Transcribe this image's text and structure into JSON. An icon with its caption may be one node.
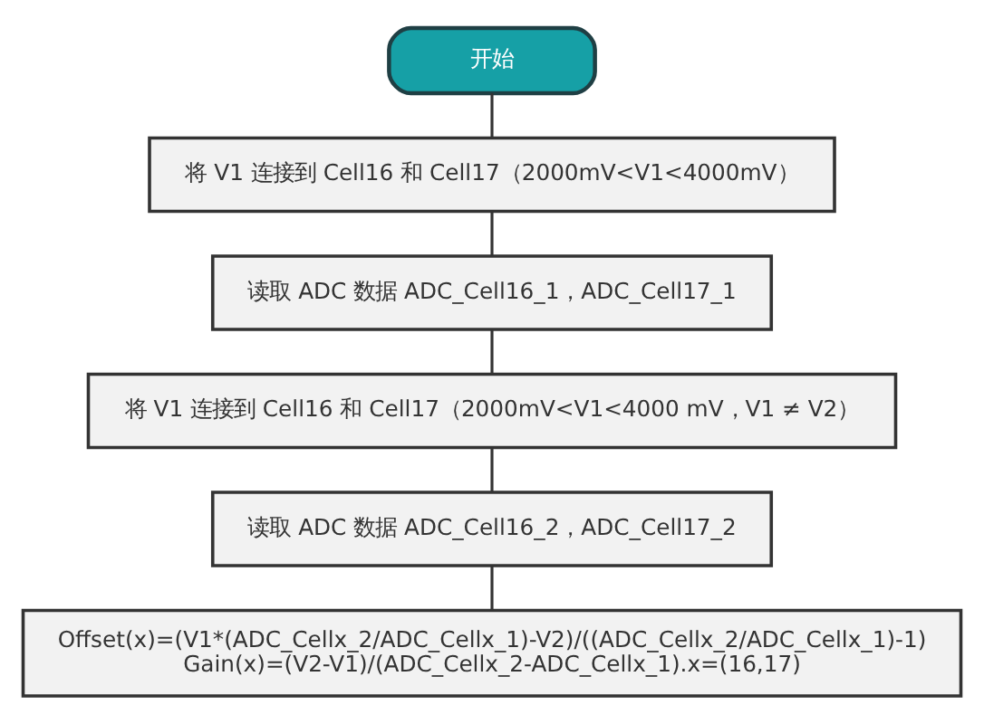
{
  "diagram": {
    "nodes": [
      {
        "text": [
          "开始"
        ]
      },
      {
        "text": [
          "将 V1 连接到 Cell16 和 Cell17（2000mV<V1<4000mV）"
        ]
      },
      {
        "text": [
          "读取 ADC 数据 ADC_Cell16_1，ADC_Cell17_1"
        ]
      },
      {
        "text": [
          "将 V1 连接到 Cell16 和 Cell17（2000mV<V1<4000 mV，V1 ≠ V2）"
        ]
      },
      {
        "text": [
          "读取 ADC 数据 ADC_Cell16_2，ADC_Cell17_2"
        ]
      },
      {
        "text": [
          "Offset(x)=(V1*(ADC_Cellx_2/ADC_Cellx_1)-V2)/((ADC_Cellx_2/ADC_Cellx_1)-1)",
          "Gain(x)=(V2-V1)/(ADC_Cellx_2-ADC_Cellx_1).x=(16,17)"
        ]
      }
    ],
    "edges": [
      {
        "from": 0,
        "to": 1,
        "arrow": "none"
      },
      {
        "from": 1,
        "to": 2,
        "arrow": "none"
      },
      {
        "from": 2,
        "to": 3,
        "arrow": "none"
      },
      {
        "from": 3,
        "to": 4,
        "arrow": "none"
      },
      {
        "from": 4,
        "to": 5,
        "arrow": "none"
      }
    ]
  }
}
